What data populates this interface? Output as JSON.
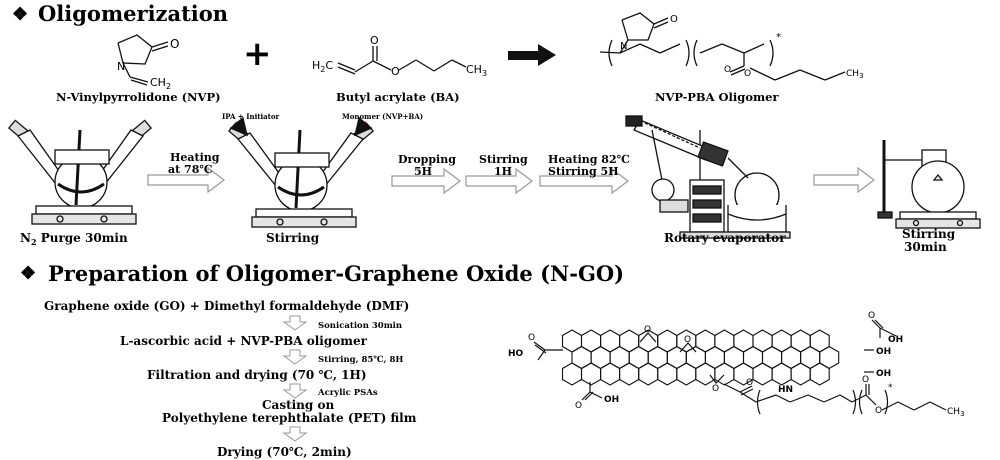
{
  "section1": {
    "bullet": "❖",
    "heading": "Oligomerization"
  },
  "reaction": {
    "nvp_name": "N-Vinylpyrrolidone (NVP)",
    "plus": "+",
    "ba_name": "Butyl acrylate (BA)",
    "product_name": "NVP-PBA Oligomer",
    "atoms": {
      "o": "O",
      "n": "N",
      "ch2": "CH",
      "ch2_sub": "2",
      "h2c": "H",
      "h2c_sub": "2",
      "h2c_c": "C",
      "ch3": "CH",
      "ch3_sub": "3",
      "product_ch3": "CH",
      "product_ch3_sub": "3",
      "star": "*"
    }
  },
  "process": {
    "purge_label": "N",
    "purge_sub": "2",
    "purge_rest": " Purge 30min",
    "heating78_l1": "Heating",
    "heating78_l2": "at 78℃",
    "ipa_initiator": "IPA + Initiator",
    "monomer": "Monomer (NVP+BA)",
    "stirring": "Stirring",
    "dropping_l1": "Dropping",
    "dropping_l2": "5H",
    "stirring1h_l1": "Stirring",
    "stirring1h_l2": "1H",
    "heating82_l1": "Heating 82℃",
    "heating82_l2": "Stirring 5H",
    "rotary": "Rotary evaporator",
    "stirring30_l1": "Stirring",
    "stirring30_l2": "30min"
  },
  "section2": {
    "bullet": "❖",
    "heading": "Preparation of Oligomer-Graphene Oxide (N-GO)"
  },
  "steps": {
    "s1": "Graphene oxide (GO) + Dimethyl formaldehyde (DMF)",
    "a1": "Sonication 30min",
    "s2": "L-ascorbic acid + NVP-PBA oligomer",
    "a2": "Stirring, 85℃, 8H",
    "s3": "Filtration and drying (70 ℃, 1H)",
    "a3": "Acrylic PSAs",
    "s4_l1": "Casting on",
    "s4_l2": "Polyethylene terephthalate (PET) film",
    "s5": "Drying (70℃, 2min)"
  },
  "structure": {
    "oh1": "OH",
    "oh2": "OH",
    "oh3": "OH",
    "ho": "HO",
    "o_epoxy1": "O",
    "o_epoxy2": "O",
    "o_ring": "O",
    "o_carbonyl1": "O",
    "o_carbonyl2": "O",
    "o_carbonyl3": "O",
    "o_ester": "O",
    "hn": "HN",
    "chain_o": "O",
    "chain_o2": "O",
    "chain_ch3": "CH",
    "chain_ch3_sub": "3",
    "star": "*"
  },
  "colors": {
    "arrow_red": "#c0392b",
    "ink": "#111111",
    "arrow_outline": "#999999"
  }
}
